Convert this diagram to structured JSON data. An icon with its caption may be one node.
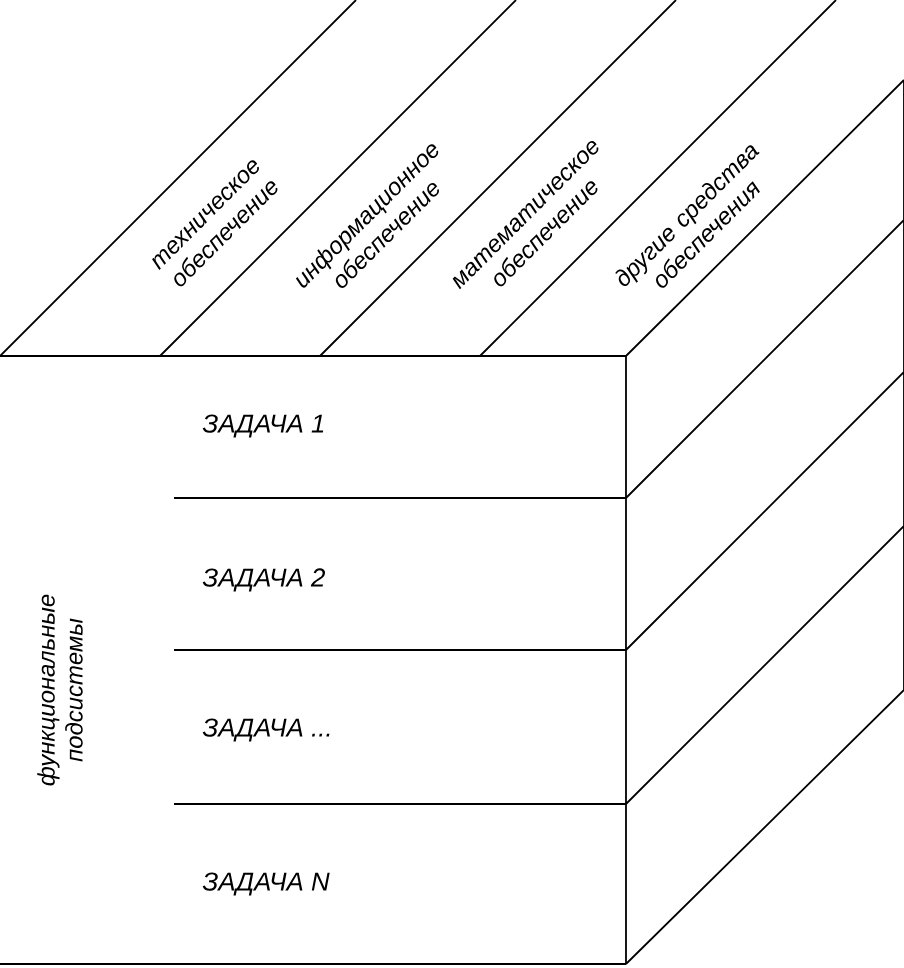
{
  "diagram": {
    "nodes": [
      {
        "text": [
          "техническое обеспечение"
        ]
      },
      {
        "text": [
          "информационное обеспечение"
        ]
      },
      {
        "text": [
          "математическое обеспечение"
        ]
      },
      {
        "text": [
          "другие средства обеспечения"
        ]
      },
      {
        "text": [
          "функциональные подсистемы"
        ]
      },
      {
        "text": [
          "ЗАДАЧА 1"
        ]
      },
      {
        "text": [
          "ЗАДАЧА 2"
        ]
      },
      {
        "text": [
          "ЗАДАЧА ..."
        ]
      },
      {
        "text": [
          "ЗАДАЧА N"
        ]
      }
    ]
  }
}
